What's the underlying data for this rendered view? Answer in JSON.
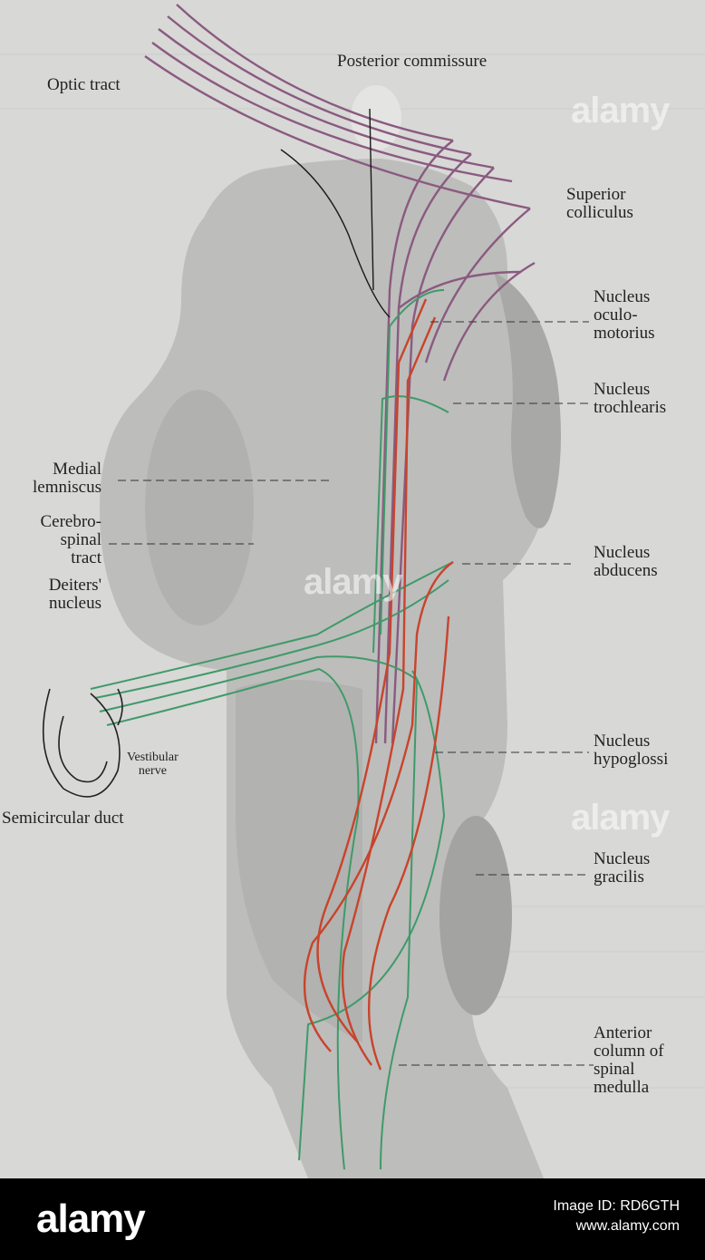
{
  "labels": {
    "optic_tract": "Optic tract",
    "posterior_commissure": "Posterior commissure",
    "superior_colliculus": "Superior\ncolliculus",
    "nucleus_oculomotorius": "Nucleus\noculo-\nmotorius",
    "nucleus_trochlearis": "Nucleus\ntrochlearis",
    "medial_lemniscus": "Medial\nlemniscus",
    "cerebrospinal_tract": "Cerebro-\nspinal\ntract",
    "deiters_nucleus": "Deiters'\nnucleus",
    "nucleus_abducens": "Nucleus\nabducens",
    "vestibular_nerve": "Vestibular\nnerve",
    "nucleus_hypoglossi": "Nucleus\nhypoglossi",
    "semicircular_duct": "Semicircular duct",
    "nucleus_gracilis": "Nucleus\ngracilis",
    "anterior_column": "Anterior\ncolumn of\nspinal\nmedulla"
  },
  "watermark": "alamy",
  "footer": {
    "logo": "alamy",
    "image_id": "Image ID: RD6GTH",
    "site": "www.alamy.com"
  },
  "colors": {
    "optic_fibers": "#8a5a80",
    "vestibular_fibers": "#3f9a6a",
    "red_fibers": "#c8442c",
    "black_fiber": "#1a1a1a",
    "brainstem": "#bcbcbc"
  }
}
